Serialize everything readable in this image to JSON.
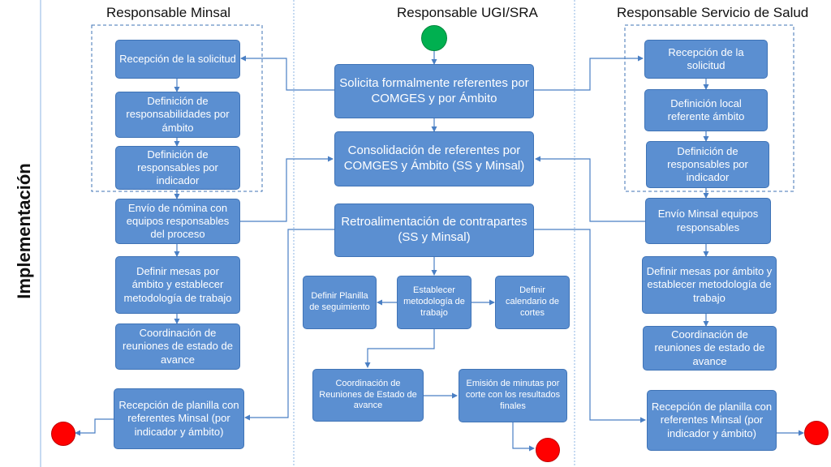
{
  "lanes": {
    "minsal": "Responsable Minsal",
    "ugi": "Responsable UGI/SRA",
    "salud": "Responsable Servicio de Salud"
  },
  "phase": "Implementación",
  "minsal": {
    "recepcion": "Recepción de la solicitud",
    "def_resp": "Definición de responsabilidades por ámbito",
    "def_ind": "Definición de responsables por indicador",
    "envio": "Envío de nómina con equipos responsables del proceso",
    "mesas": "Definir mesas por ámbito y establecer metodología de trabajo",
    "coord": "Coordinación de reuniones de estado de avance",
    "planilla": "Recepción de planilla con referentes Minsal (por indicador y ámbito)"
  },
  "ugi": {
    "solicita": "Solicita formalmente referentes por COMGES y por Ámbito",
    "consolida": "Consolidación de referentes por COMGES y Ámbito (SS y Minsal)",
    "retro": "Retroalimentación de contrapartes (SS y Minsal)",
    "planilla_seg": "Definir Planilla de seguimiento",
    "metodologia": "Establecer metodología de trabajo",
    "calendario": "Definir calendario de cortes",
    "coord": "Coordinación de Reuniones de Estado de avance",
    "minutas": "Emisión de minutas por corte con los resultados finales"
  },
  "salud": {
    "recepcion": "Recepción de la solicitud",
    "def_local": "Definición local referente ámbito",
    "def_ind": "Definición de responsables por indicador",
    "envio": "Envío Minsal equipos responsables",
    "mesas": "Definir mesas por ámbito y establecer metodología de trabajo",
    "coord": "Coordinación de reuniones de estado de avance",
    "planilla": "Recepción de planilla con referentes Minsal (por indicador y ámbito)"
  },
  "colors": {
    "box_fill": "#5b8fd1",
    "box_border": "#3f73b6",
    "start_node": "#00b050",
    "end_node": "#ff0000",
    "connector": "#5b8fd1",
    "lane_divider": "#8eb4e3"
  }
}
